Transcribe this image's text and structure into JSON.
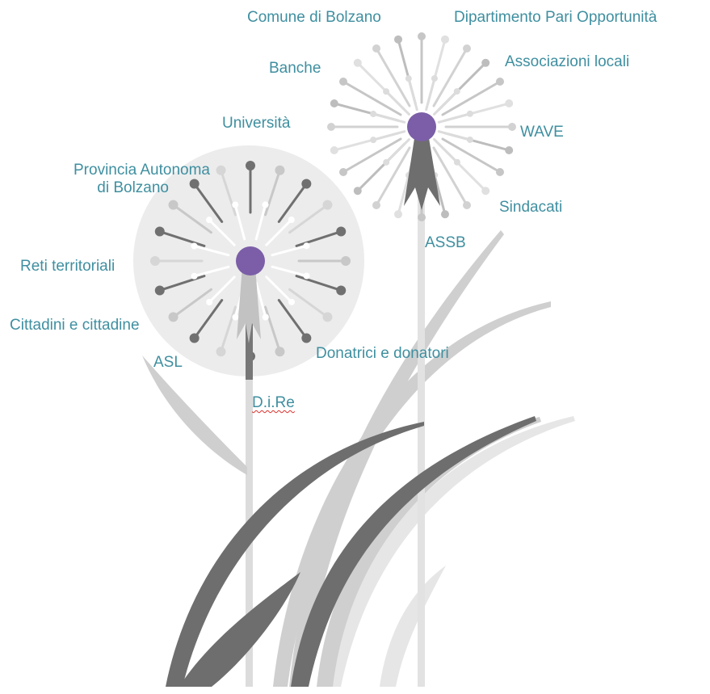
{
  "colors": {
    "label_text": "#3f8fa0",
    "flower_center": "#7b5ea7",
    "dark_gray": "#707070",
    "mid_gray": "#b9b9b9",
    "light_gray": "#d9d9d9",
    "globe_fill": "#ececec"
  },
  "labels": {
    "comune": "Comune di Bolzano",
    "dipartimento": "Dipartimento Pari Opportunità",
    "banche": "Banche",
    "associazioni": "Associazioni locali",
    "universita": "Università",
    "wave": "WAVE",
    "provincia_1": "Provincia Autonoma",
    "provincia_2": "di Bolzano",
    "sindacati": "Sindacati",
    "assb": "ASSB",
    "reti": "Reti territoriali",
    "cittadini": "Cittadini e cittadine",
    "donatrici": "Donatrici e donatori",
    "asl": "ASL",
    "dire": "D.i.Re"
  }
}
